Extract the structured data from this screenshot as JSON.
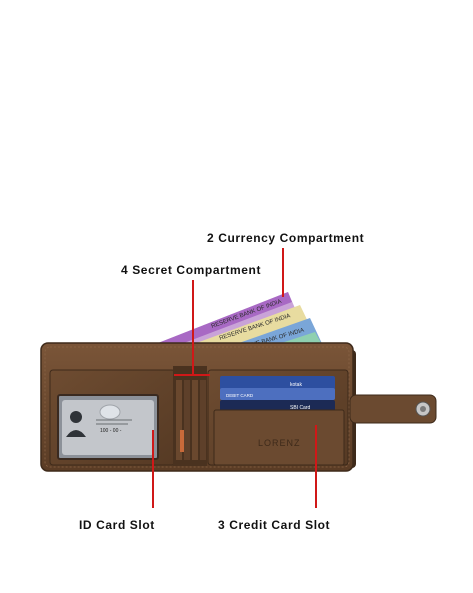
{
  "callouts": {
    "currency": "2 Currency Compartment",
    "secret": "4 Secret Compartment",
    "id_card": "ID Card Slot",
    "credit_card": "3 Credit Card Slot"
  },
  "product": {
    "brand": "LORENZ",
    "notes": [
      "RESERVE BANK OF INDIA",
      "RESERVE BANK OF INDIA",
      "RESERVE BANK OF INDIA"
    ],
    "cards": [
      "kotak",
      "DEBIT CARD",
      "SBI Card"
    ],
    "id_card_text": "100 - 00 -"
  },
  "colors": {
    "leather": "#6b4a30",
    "leather_dark": "#4a321f",
    "callout_line": "#d01818"
  }
}
